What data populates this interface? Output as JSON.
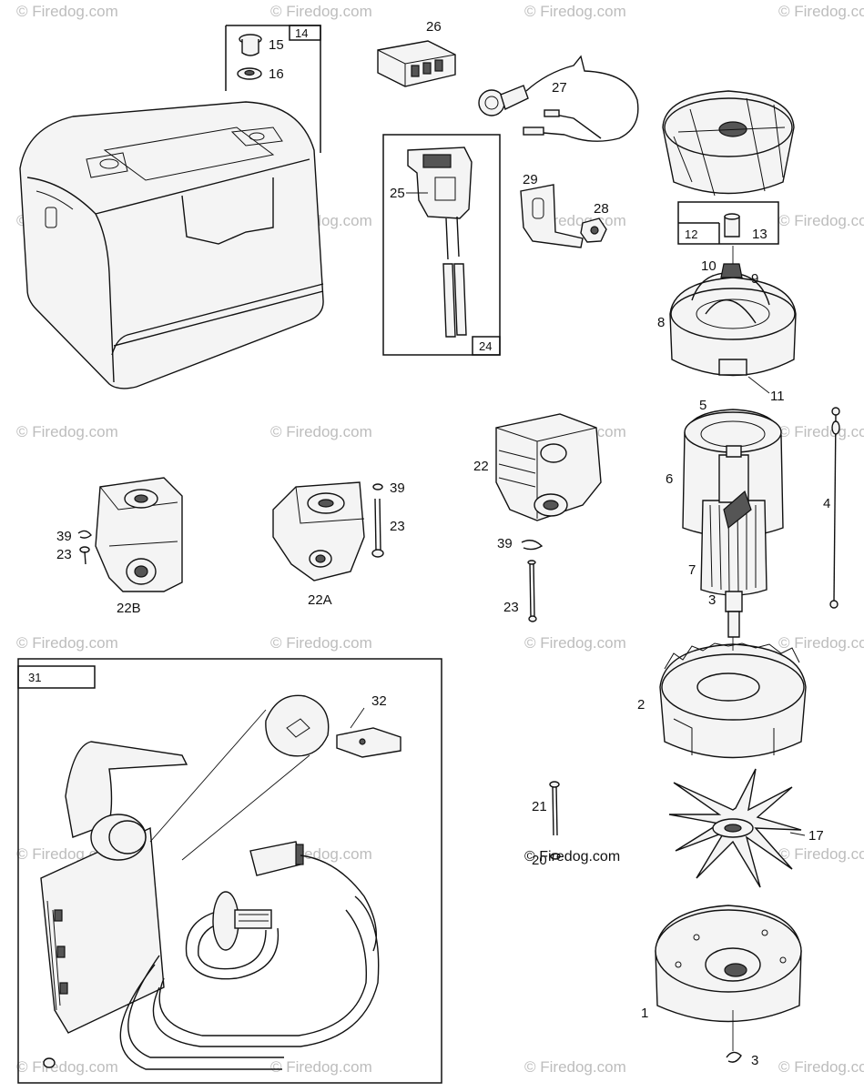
{
  "watermark": "© Firedog.com",
  "stamp": "© Firedog.com",
  "callouts": {
    "c1": "1",
    "c2": "2",
    "c3a": "3",
    "c3b": "3",
    "c4": "4",
    "c5": "5",
    "c6": "6",
    "c7": "7",
    "c8": "8",
    "c9": "9",
    "c10": "10",
    "c11": "11",
    "c12": "12",
    "c13": "13",
    "c14": "14",
    "c15": "15",
    "c16": "16",
    "c17": "17",
    "c20": "20",
    "c21": "21",
    "c22": "22",
    "c22a": "22A",
    "c22b": "22B",
    "c23a": "23",
    "c23b": "23",
    "c23c": "23",
    "c24": "24",
    "c25": "25",
    "c26": "26",
    "c27": "27",
    "c28": "28",
    "c29": "29",
    "c31": "31",
    "c32": "32",
    "c39a": "39",
    "c39b": "39",
    "c39c": "39"
  }
}
